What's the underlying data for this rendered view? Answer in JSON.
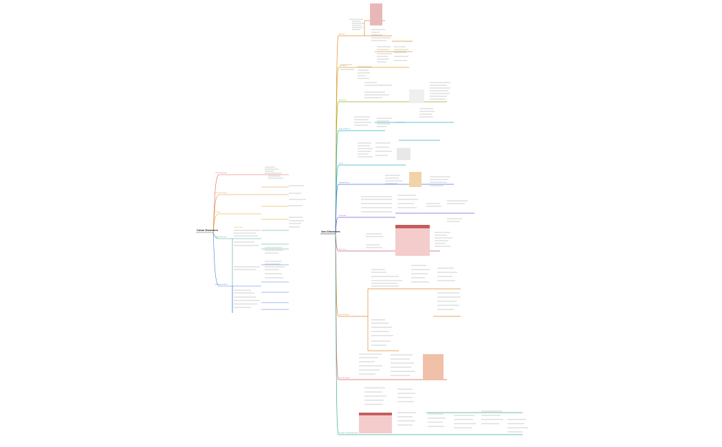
{
  "roots": [
    {
      "id": "left-root",
      "label": "Colon Disorders"
    },
    {
      "id": "right-root",
      "label": "Ano Disorders"
    }
  ],
  "left_branches": [
    {
      "label": "Colonic Diverticular",
      "color": "#e05a5a"
    },
    {
      "label": "Intestinal Ischemia",
      "color": "#e08a2a"
    },
    {
      "label": "Volvulus",
      "color": "#e0a020"
    },
    {
      "label": "Colonic Polyps",
      "color": "#e0b020"
    },
    {
      "label": "Colorectal Cancer",
      "color": "#3aa890"
    },
    {
      "label": "Inflammatory Bowel",
      "color": "#4a78d8"
    }
  ],
  "right_branches": [
    {
      "label": "Anatomy",
      "color": "#e08a2a"
    },
    {
      "label": "Hemorrhoids",
      "color": "#e0a020"
    },
    {
      "label": "Anal Fissure",
      "color": "#8ab020"
    },
    {
      "label": "Anorectal Abscess",
      "color": "#2ab0c0"
    },
    {
      "label": "Fistula",
      "color": "#2ab0c0"
    },
    {
      "label": "Pilonidal Disease",
      "color": "#4a78d8"
    },
    {
      "label": "Pruritus Ani",
      "color": "#7a5ad8"
    },
    {
      "label": "Anal Cancer",
      "color": "#c05a90"
    },
    {
      "label": "Rectal Prolapse",
      "color": "#e08a2a"
    },
    {
      "label": "Fecal Incontinence",
      "color": "#e05a5a"
    },
    {
      "label": "Sexually Transmitted Infections",
      "color": "#3aa890"
    }
  ]
}
